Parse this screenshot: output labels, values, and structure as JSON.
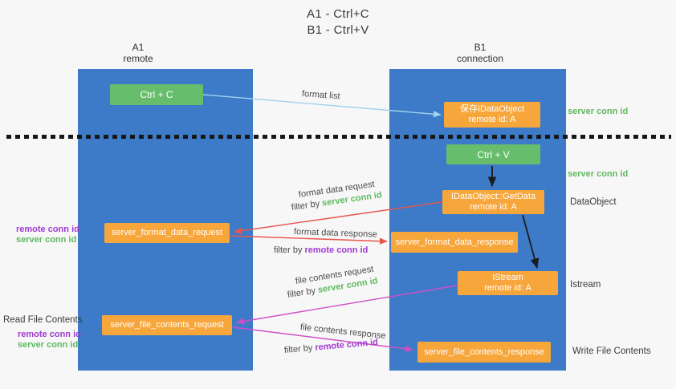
{
  "title": {
    "line1": "A1 - Ctrl+C",
    "line2": "B1 - Ctrl+V"
  },
  "columns": {
    "left": {
      "name": "A1",
      "role": "remote"
    },
    "right": {
      "name": "B1",
      "role": "connection"
    }
  },
  "nodes": {
    "ctrl_c": {
      "label": "Ctrl + C"
    },
    "ctrl_v": {
      "label": "Ctrl + V"
    },
    "save_dataobject": {
      "line1": "保存IDataObject",
      "line2": "remote id: A"
    },
    "getdata": {
      "line1": "IDataObject::GetData",
      "line2": "remote id: A"
    },
    "istream": {
      "line1": "IStream",
      "line2": "remote id: A"
    },
    "format_data_request": {
      "label": "server_format_data_request"
    },
    "format_data_response": {
      "label": "server_format_data_response"
    },
    "file_contents_request": {
      "label": "server_file_contents_request"
    },
    "file_contents_response": {
      "label": "server_file_contents_response"
    }
  },
  "arrow_labels": {
    "format_list": "format list",
    "format_data_request": "format data request",
    "format_data_response": "format data response",
    "file_contents_request": "file contents request",
    "file_contents_response": "file contents response",
    "filter_by": "filter by",
    "server_conn_id": "server conn id",
    "remote_conn_id": "remote conn id"
  },
  "side_labels": {
    "server_conn_id_top": "server conn id",
    "server_conn_id_mid": "server conn id",
    "dataobject": "DataObject",
    "istream": "Istream",
    "read_file_contents": "Read File Contents",
    "write_file_contents": "Write File Contents",
    "left_mid": {
      "remote": "remote conn id",
      "server": "server conn id"
    },
    "left_bottom": {
      "remote": "remote conn id",
      "server": "server conn id"
    }
  },
  "colors": {
    "bg": "#f7f7f7",
    "col-blue": "#3d7bc8",
    "green": "#68bd6c",
    "orange": "#f7a63b",
    "red": "#e8554d",
    "magenta": "#cf4fc7",
    "lightblue": "#9fd3ec",
    "black-arrow": "#1b1b1b",
    "green-text": "#5fb85f",
    "purple-text": "#9e3bcf",
    "ink": "#3c3c3c"
  }
}
